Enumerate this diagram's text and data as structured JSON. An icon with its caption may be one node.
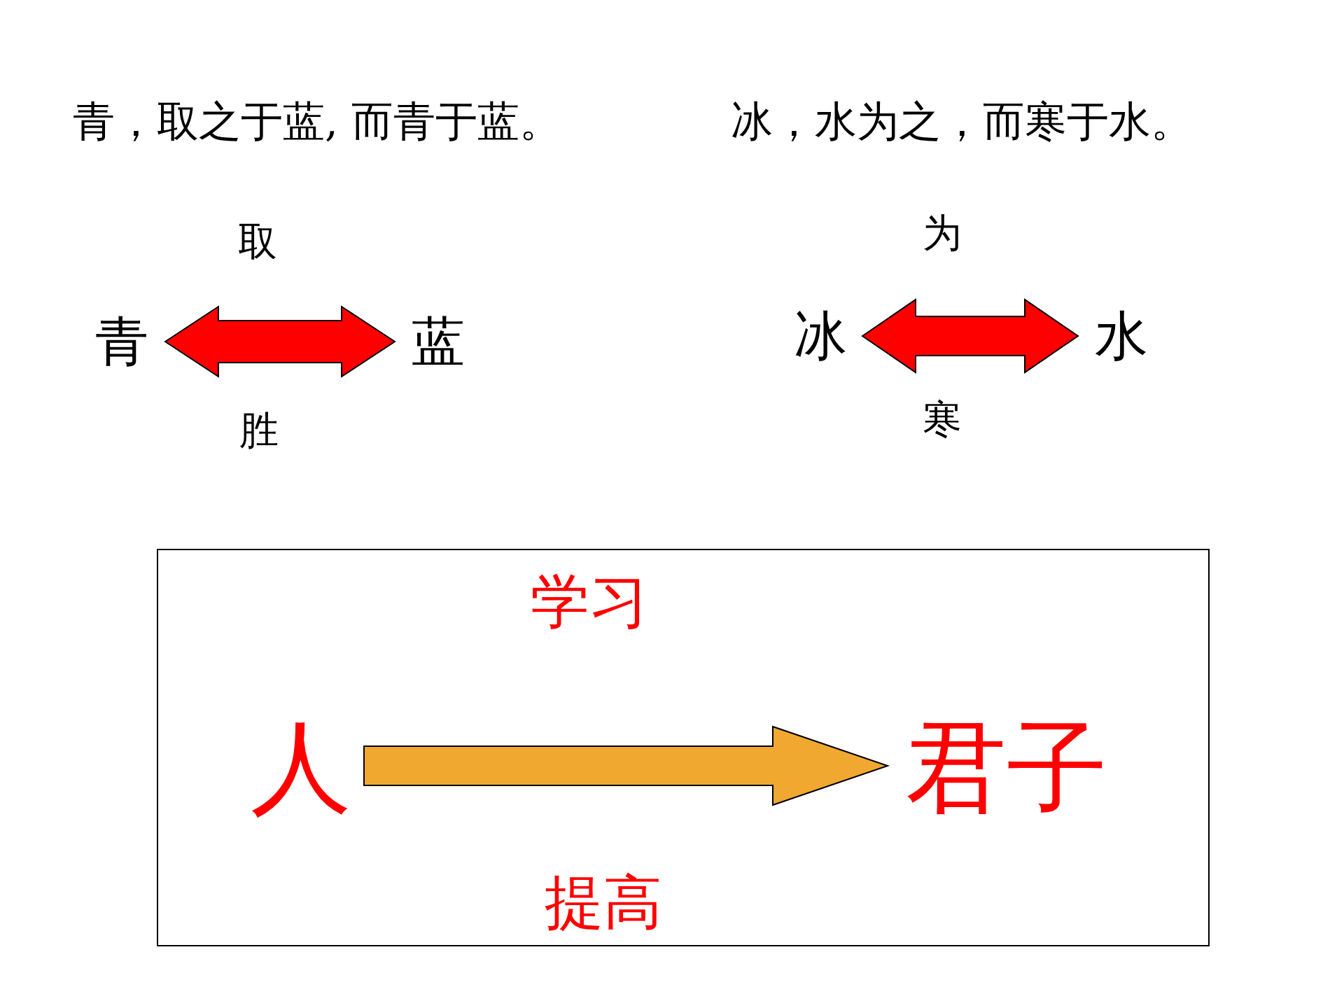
{
  "diagram": {
    "nodes": [
      {
        "text": [
          "青"
        ]
      },
      {
        "text": [
          "蓝"
        ]
      },
      {
        "text": [
          "冰"
        ]
      },
      {
        "text": [
          "水"
        ]
      },
      {
        "text": [],
        "shape": "box"
      },
      {
        "text": [
          "人"
        ],
        "in": 4
      },
      {
        "text": [
          "君子"
        ],
        "in": 4
      }
    ],
    "edges": [
      {
        "from": 0,
        "to": 1,
        "arrow": "both",
        "label": "取",
        "color": "#ff0000"
      },
      {
        "from": 2,
        "to": 3,
        "arrow": "both",
        "label": "为",
        "color": "#ff0000"
      },
      {
        "from": 5,
        "to": 6,
        "arrow": "to",
        "label": "学习",
        "color": "#f0a830"
      }
    ],
    "labels": [
      "青，取之于蓝, 而青于蓝。",
      "冰，水为之，而寒于水。",
      "胜",
      "寒",
      "提高"
    ]
  }
}
